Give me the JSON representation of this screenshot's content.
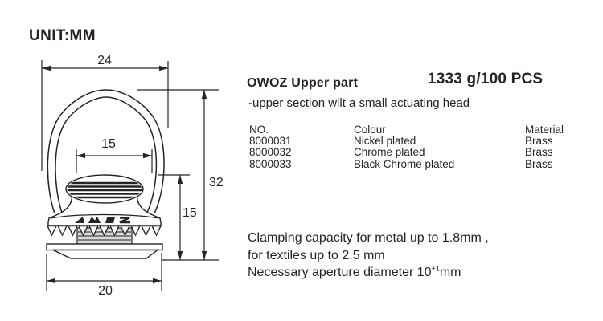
{
  "meta": {
    "unit_label": "UNIT:MM"
  },
  "drawing": {
    "line_color": "#272325",
    "dimensions": {
      "top_width": "24",
      "inner_width": "15",
      "total_height": "32",
      "lower_height": "15",
      "base_width": "20"
    }
  },
  "product": {
    "title": "OWOZ Upper part",
    "weight": "1333 g/100 PCS",
    "subtitle": "-upper section wilt a small actuating head",
    "table": {
      "headers": [
        "NO.",
        "Colour",
        "Material"
      ],
      "rows": [
        [
          "8000031",
          "Nickel plated",
          "Brass"
        ],
        [
          "8000032",
          "Chrome plated",
          "Brass"
        ],
        [
          "8000033",
          "Black Chrome plated",
          "Brass"
        ]
      ]
    },
    "notes": {
      "line1": "Clamping capacity for metal up to 1.8mm ,",
      "line2": "for textiles up to 2.5 mm",
      "line3_prefix": "Necessary aperture diameter 10",
      "line3_sup": "+1",
      "line3_suffix": "mm"
    }
  }
}
